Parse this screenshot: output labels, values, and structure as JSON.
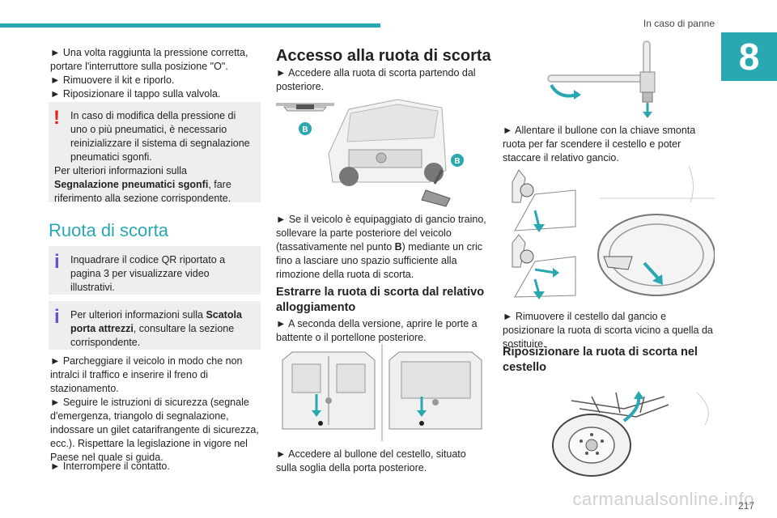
{
  "header": {
    "section_title": "In caso di panne",
    "chapter_number": "8"
  },
  "footer": {
    "page_number": "217",
    "watermark": "carmanualsonline.info"
  },
  "col1": {
    "p1": "► Una volta raggiunta la pressione corretta, portare l'interruttore sulla posizione \"O\".",
    "p2": "► Rimuovere il kit e riporlo.",
    "p3": "► Riposizionare il tappo sulla valvola.",
    "warning": {
      "line1": "In caso di modifica della pressione di uno o più pneumatici, è necessario reinizializzare il sistema di segnalazione pneumatici sgonfi.",
      "line2_pre": "Per ulteriori informazioni sulla ",
      "line2_bold": "Segnalazione pneumatici sgonfi",
      "line2_post": ", fare riferimento alla sezione corrispondente."
    },
    "heading": "Ruota di scorta",
    "info1": "Inquadrare il codice QR riportato a pagina 3 per visualizzare video illustrativi.",
    "info2": {
      "pre": "Per ulteriori informazioni sulla ",
      "bold": "Scatola porta attrezzi",
      "post": ", consultare la sezione corrispondente."
    },
    "p4": "► Parcheggiare il veicolo in modo che non intralci il traffico e inserire il freno di stazionamento.",
    "p5": "► Seguire le istruzioni di sicurezza (segnale d'emergenza, triangolo di segnalazione, indossare un gilet catarifrangente di sicurezza, ecc.). Rispettare la legislazione in vigore nel Paese nel quale si guida.",
    "p6": "► Interrompere il contatto."
  },
  "col2": {
    "heading": "Accesso alla ruota di scorta",
    "p1": "► Accedere alla ruota di scorta partendo dal posteriore.",
    "label_b": "B",
    "p2_pre": "► Se il veicolo è equipaggiato di gancio traino, sollevare la parte posteriore del veicolo (tassativamente nel punto ",
    "p2_bold": "B",
    "p2_post": ") mediante un cric fino a lasciare uno spazio sufficiente alla rimozione della ruota di scorta.",
    "subheading": "Estrarre la ruota di scorta dal relativo alloggiamento",
    "p3": "► A seconda della versione, aprire le porte a battente o il portellone posteriore.",
    "p4": "► Accedere al bullone del cestello, situato sulla soglia della porta posteriore."
  },
  "col3": {
    "p1": "► Allentare il bullone con la chiave smonta ruota per far scendere il cestello e poter staccare il relativo gancio.",
    "p2": "► Rimuovere il cestello dal gancio e posizionare la ruota di scorta vicino a quella da sostituire.",
    "subheading": "Riposizionare la ruota di scorta nel cestello"
  },
  "colors": {
    "accent": "#2aa8b2",
    "warning": "#e2231a",
    "info": "#6a4fc8",
    "box_bg": "#eeeeee"
  }
}
